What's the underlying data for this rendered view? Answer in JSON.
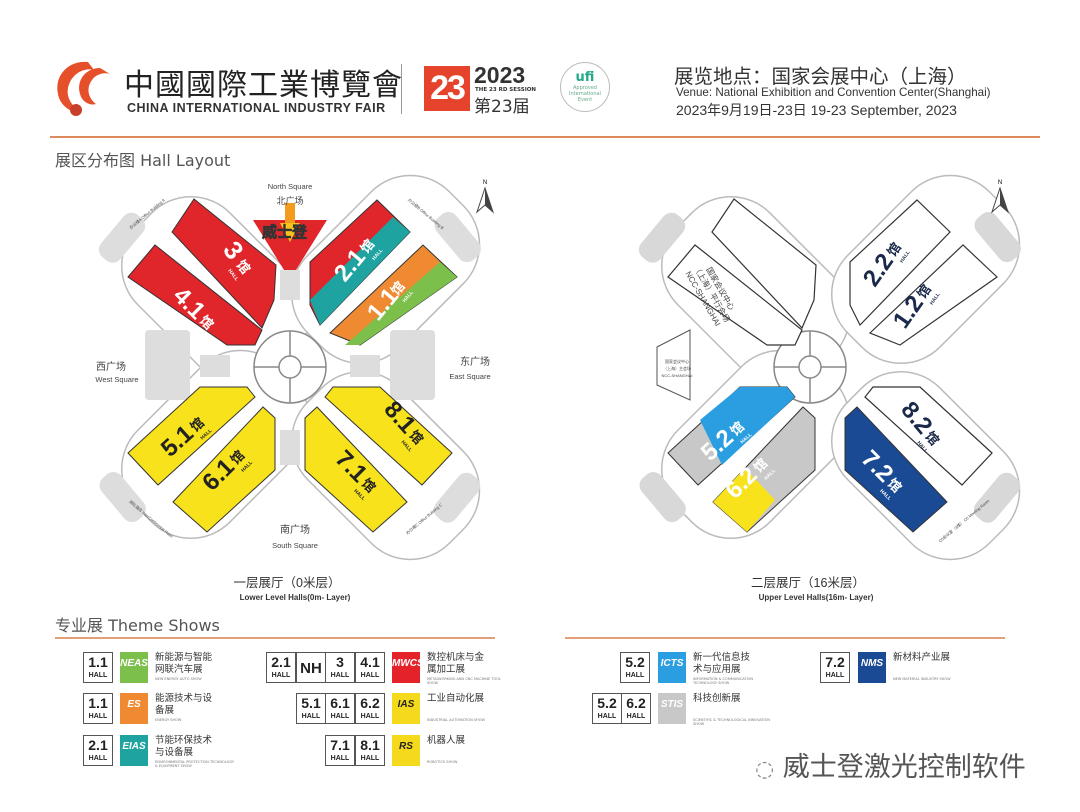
{
  "header": {
    "title_cn": "中國國際工業博覽會",
    "title_en": "CHINA INTERNATIONAL INDUSTRY FAIR",
    "session_number": "23",
    "year": "2023",
    "session_en": "THE 23 RD SESSION",
    "session_cn": "第23届",
    "ufi_badge": {
      "name": "ufi",
      "line1": "Approved",
      "line2": "International",
      "line3": "Event"
    },
    "venue_cn": "展览地点：国家会展中心（上海）",
    "venue_en": "Venue:  National Exhibition and Convention Center(Shanghai)",
    "dates": "2023年9月19日-23日    19-23 September, 2023"
  },
  "layout_title": "展区分布图 Hall Layout",
  "lower_map": {
    "north_en": "North Square",
    "north_cn": "北广场",
    "west_cn": "西广场",
    "west_en": "West Square",
    "east_cn": "东广场",
    "east_en": "East Square",
    "south_cn": "南广场",
    "south_en": "South Square",
    "office_a": "办公楼A Office Building A",
    "office_b": "办公楼B Office Building B",
    "office_c": "办公楼C Office Building C",
    "hotel": "洲际酒店 InterContinental Hotel",
    "marker": "威士登",
    "compass": "N",
    "hall_char": "馆",
    "hall_en": "HALL",
    "halls": [
      "3",
      "4.1",
      "2.1",
      "1.1",
      "5.1",
      "6.1",
      "7.1",
      "8.1"
    ],
    "caption_cn": "一层展厅（0米层）",
    "caption_en": "Lower Level Halls(0m- Layer)"
  },
  "upper_map": {
    "compass": "N",
    "ncc_parallel": [
      "国家会议中心",
      "（上海）平行会场",
      "NCC-SHANGHAI"
    ],
    "ncc_main": [
      "国家会议中心",
      "（上海）主会场",
      "NCC-SHANGHAI"
    ],
    "meeting_room": "C0会议室（3楼） C0 Meeting Room",
    "hall_char": "馆",
    "hall_en": "HALL",
    "halls": [
      "2.2",
      "1.2",
      "5.2",
      "6.2",
      "7.2",
      "8.2"
    ],
    "caption_cn": "二层展厅（16米层）",
    "caption_en": "Upper Level Halls(16m- Layer)"
  },
  "theme_title": "专业展 Theme Shows",
  "hall_word": "HALL",
  "themes": [
    {
      "halls": [
        "1.1"
      ],
      "logo": "NEAS",
      "color": "#7cc04b",
      "name_cn": "新能源与智能网联汽车展",
      "name_en": "NEW ENERGY AUTO SHOW"
    },
    {
      "halls": [
        "1.1"
      ],
      "logo": "ES",
      "color": "#f08a32",
      "name_cn": "能源技术与设备展",
      "name_en": "ENERGY SHOW"
    },
    {
      "halls": [
        "2.1"
      ],
      "logo": "EIAS",
      "color": "#1fa3a0",
      "name_cn": "节能环保技术与设备展",
      "name_en": "ENVIRONMENTAL PROTECTION TECHNOLOGY & EQUIPMENT SHOW"
    },
    {
      "halls": [
        "2.1",
        "NH",
        "3",
        "4.1"
      ],
      "logo": "MWCS",
      "color": "#e32229",
      "name_cn": "数控机床与金属加工展",
      "name_en": "METALWORKING AND CNC MACHINE TOOL SHOW"
    },
    {
      "halls": [
        "5.1",
        "6.1",
        "6.2"
      ],
      "logo": "IAS",
      "color": "#f5d91c",
      "name_cn": "工业自动化展",
      "name_en": "INDUSTRIAL AUTOMATION SHOW"
    },
    {
      "halls": [
        "7.1",
        "8.1"
      ],
      "logo": "RS",
      "color": "#f5d91c",
      "name_cn": "机器人展",
      "name_en": "ROBOTICS SHOW"
    },
    {
      "halls": [
        "5.2"
      ],
      "logo": "ICTS",
      "color": "#2a9ee0",
      "name_cn": "新一代信息技术与应用展",
      "name_en": "INFORMATION & COMMUNICATION TECHNOLOGY SHOW"
    },
    {
      "halls": [
        "5.2",
        "6.2"
      ],
      "logo": "STIS",
      "color": "#c8c8c8",
      "name_cn": "科技创新展",
      "name_en": "SCIENTIFIC & TECHNOLOGICAL INNOVATION SHOW"
    },
    {
      "halls": [
        "7.2"
      ],
      "logo": "NMS",
      "color": "#1b4a94",
      "name_cn": "新材料产业展",
      "name_en": "NEW MATERIAL INDUSTRY SHOW"
    }
  ],
  "watermark": "威士登激光控制软件",
  "colors": {
    "accent": "#dc8a5a",
    "red": "#e0262b",
    "yellow": "#f7e21c",
    "navy": "#1b4a94"
  }
}
